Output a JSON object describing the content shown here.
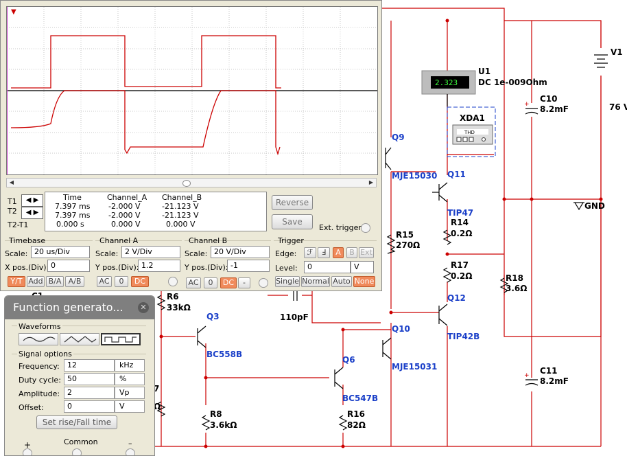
{
  "schematic": {
    "labels": {
      "v1": "V1",
      "v1_value": "76 V",
      "u1": "U1",
      "u1_mode": "DC  1e-009Ohm",
      "meter_value": "2.323",
      "xda1": "XDA1",
      "thd": "THD",
      "c10": "C10",
      "c10_value": "8.2mF",
      "gnd": "GND",
      "q9": "Q9",
      "mje15030": "MJE15030",
      "q11": "Q11",
      "tip47": "TIP47",
      "r14": "R14",
      "r14_value": "0.2Ω",
      "r15": "R15",
      "r15_value": "270Ω",
      "r17": "R17",
      "r17_value": "0.2Ω",
      "r18": "R18",
      "r18_value": "3.6Ω",
      "q12": "Q12",
      "tip42b": "TIP42B",
      "q10": "Q10",
      "mje15031": "MJE15031",
      "c11": "C11",
      "c11_value": "8.2mF",
      "r6": "R6",
      "r6_value": "33kΩ",
      "q3": "Q3",
      "bc558b": "BC558B",
      "c_value": "110pF",
      "q6": "Q6",
      "bc547b": "BC547B",
      "r8": "R8",
      "r8_value": "3.6kΩ",
      "r16": "R16",
      "r16_value": "82Ω",
      "c1_partial": "C1",
      "r_partial_value": "Ω",
      "r_partial": "7"
    }
  },
  "oscilloscope": {
    "readout": {
      "headers": [
        "Time",
        "Channel_A",
        "Channel_B"
      ],
      "rows": [
        {
          "label": "T1",
          "time": "7.397 ms",
          "a": "-2.000 V",
          "b": "-21.123 V"
        },
        {
          "label": "T2",
          "time": "7.397 ms",
          "a": "-2.000 V",
          "b": "-21.123 V"
        },
        {
          "label": "T2-T1",
          "time": "0.000 s",
          "a": "0.000 V",
          "b": "0.000 V"
        }
      ]
    },
    "buttons": {
      "reverse": "Reverse",
      "save": "Save",
      "ext_trigger": "Ext. trigger"
    },
    "timebase": {
      "title": "Timebase",
      "scale_label": "Scale:",
      "scale": "20 us/Div",
      "xpos_label": "X pos.(Div):",
      "xpos": "0",
      "modes": [
        "Y/T",
        "Add",
        "B/A",
        "A/B"
      ],
      "active_mode": "Y/T"
    },
    "channel_a": {
      "title": "Channel A",
      "scale_label": "Scale:",
      "scale": "2  V/Div",
      "ypos_label": "Y pos.(Div):",
      "ypos": "1.2",
      "coupling": [
        "AC",
        "0",
        "DC"
      ],
      "active": "DC"
    },
    "channel_b": {
      "title": "Channel B",
      "scale_label": "Scale:",
      "scale": "20  V/Div",
      "ypos_label": "Y pos.(Div):",
      "ypos": "-1",
      "coupling": [
        "AC",
        "0",
        "DC",
        "-"
      ],
      "active": "DC"
    },
    "trigger": {
      "title": "Trigger",
      "edge_label": "Edge:",
      "edge_buttons": [
        "ℱ",
        "Ⅎ",
        "A",
        "B",
        "Ext"
      ],
      "level_label": "Level:",
      "level": "0",
      "level_unit": "V",
      "modes": [
        "Single",
        "Normal",
        "Auto",
        "None"
      ],
      "active_mode": "None"
    }
  },
  "function_generator": {
    "title": "Function generato...",
    "waveforms_label": "Waveforms",
    "signal_options_label": "Signal options",
    "selected_waveform": "square",
    "fields": [
      {
        "label": "Frequency:",
        "value": "12",
        "unit": "kHz"
      },
      {
        "label": "Duty cycle:",
        "value": "50",
        "unit": "%"
      },
      {
        "label": "Amplitude:",
        "value": "2",
        "unit": "Vp"
      },
      {
        "label": "Offset:",
        "value": "0",
        "unit": "V"
      }
    ],
    "rise_fall_button": "Set rise/Fall time",
    "terminals": {
      "plus": "+",
      "common": "Common",
      "minus": "–"
    }
  },
  "colors": {
    "wire": "#cc0000",
    "component_blue": "#1a3fc8",
    "trace": "#cc0000",
    "active_button": "#f08a5b",
    "meter_display": "#1a6a1a"
  }
}
